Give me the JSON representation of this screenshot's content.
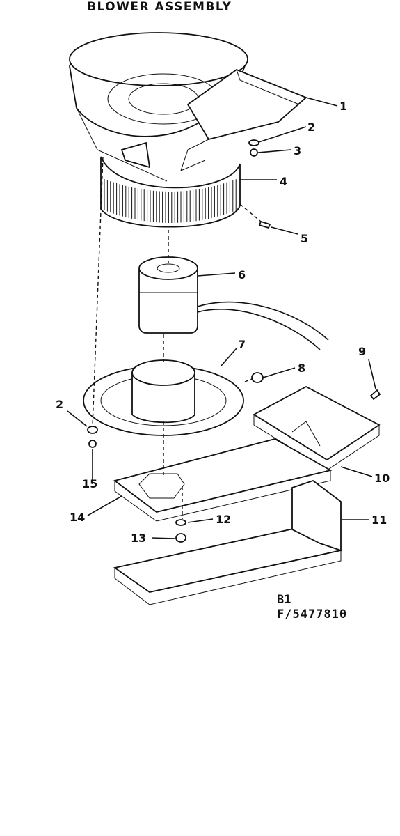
{
  "title": "BLOWER ASSEMBLY",
  "diagram_codes": {
    "line1": "B1",
    "line2": "F/5477810"
  },
  "callouts": [
    "1",
    "2",
    "3",
    "4",
    "5",
    "6",
    "7",
    "8",
    "9",
    "10",
    "11",
    "12",
    "13",
    "14",
    "15",
    "2"
  ]
}
